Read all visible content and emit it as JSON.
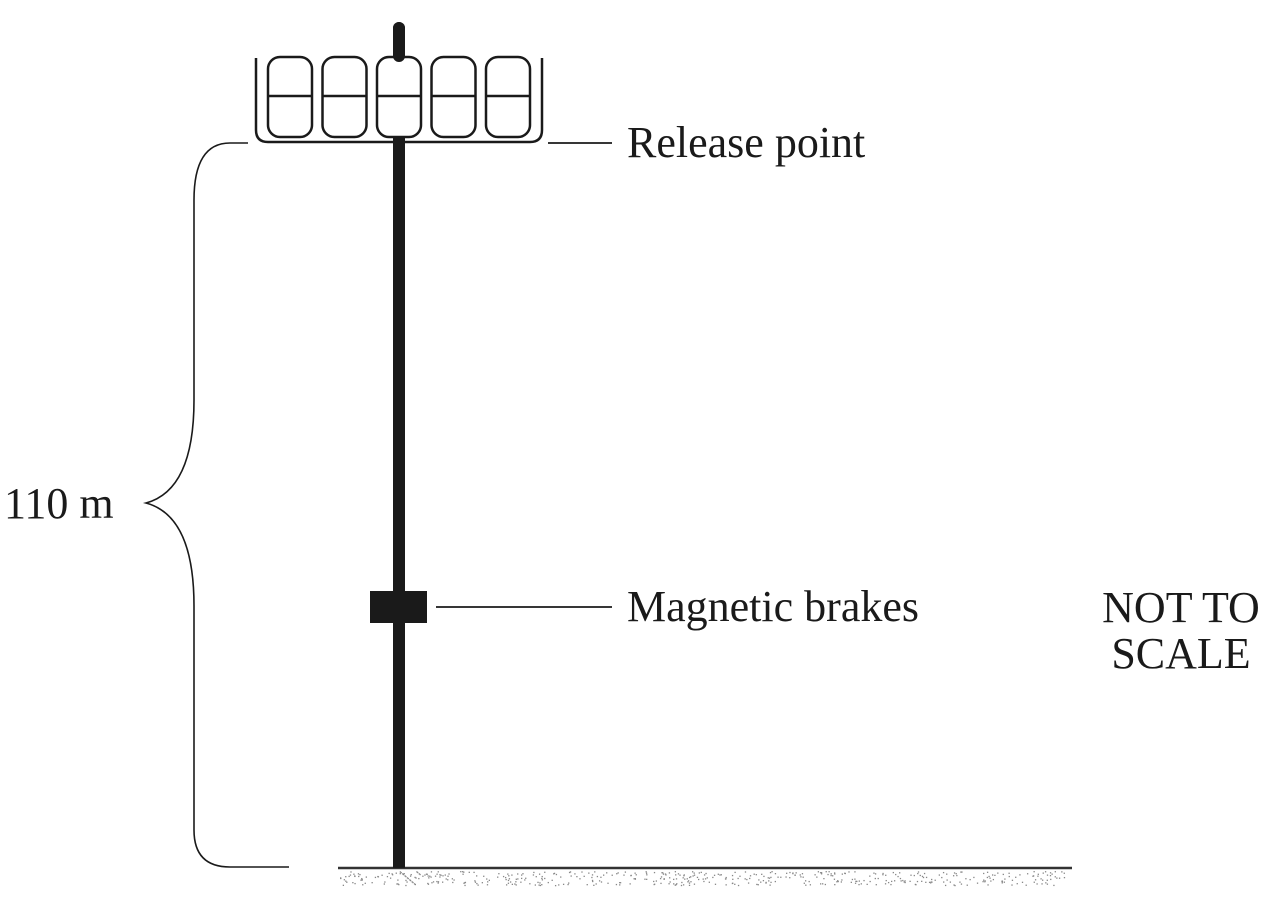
{
  "diagram": {
    "type": "drop-tower ride schematic",
    "labels": {
      "release_point": "Release point",
      "magnetic_brakes": "Magnetic brakes",
      "height": "110 m",
      "not_to_scale_line1": "NOT TO",
      "not_to_scale_line2": "SCALE"
    },
    "gondola_seat_count": 5,
    "colors": {
      "ink": "#1a1a1a",
      "background": "#ffffff",
      "ground_stipple": "#888888"
    }
  }
}
